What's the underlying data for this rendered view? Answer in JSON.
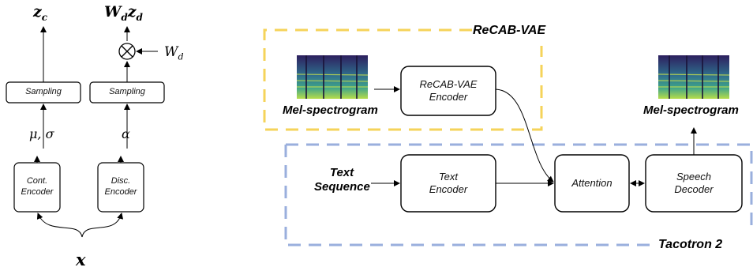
{
  "left": {
    "z_c": "z",
    "z_c_sub": "c",
    "wd_zd": [
      "W",
      "d",
      "z",
      "d"
    ],
    "w_d_label": "W",
    "w_d_sub": "d",
    "sampling_left": "Sampling",
    "sampling_right": "Sampling",
    "mu_sigma": "μ, σ",
    "alpha": "α",
    "cont_encoder": "Cont.\nEncoder",
    "disc_encoder": "Disc.\nEncoder",
    "x": "x"
  },
  "right": {
    "recab_title": "ReCAB-VAE",
    "tacotron_title": "Tacotron 2",
    "mel_in": "Mel-spectrogram",
    "mel_out": "Mel-spectrogram",
    "recab_encoder": "ReCAB-VAE\nEncoder",
    "text_sequence": "Text\nSequence",
    "text_encoder": "Text\nEncoder",
    "attention": "Attention",
    "speech_decoder": "Speech\nDecoder"
  },
  "colors": {
    "recab_dash": "#f5d35a",
    "tacotron_dash": "#9aafdd",
    "spectrogram_bg": "#3b2a6b",
    "spectrogram_hi": "#c8e04a"
  }
}
